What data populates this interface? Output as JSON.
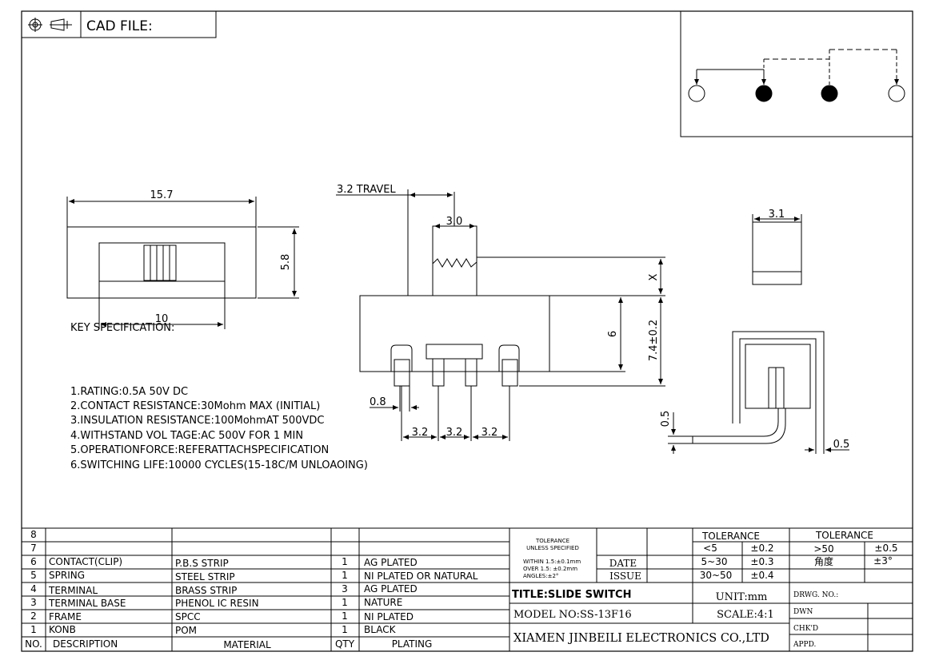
{
  "header": {
    "cad_file_label": "CAD FILE:",
    "projection_symbol": "third-angle-projection-icon"
  },
  "dimensions": {
    "body_width": "15.7",
    "body_height": "5.8",
    "actuator_span": "10",
    "travel": "3.2 TRAVEL",
    "knob_width": "3.0",
    "knob_height": "X",
    "height_6": "6",
    "total_height": "7.4±0.2",
    "pin_width": "0.8",
    "pitch_1": "3.2",
    "pitch_2": "3.2",
    "pitch_3": "3.2",
    "side_knob_width": "3.1",
    "side_thickness": "0.5",
    "side_pin": "0.5"
  },
  "key_specification": {
    "title": "KEY SPECIFICATION:",
    "items": [
      "1.RATING:0.5A 50V DC",
      "2.CONTACT RESISTANCE:30Mohm MAX (INITIAL)",
      "3.INSULATION RESISTANCE:100MohmAT 500VDC",
      "4.WITHSTAND VOL TAGE:AC 500V FOR 1 MIN",
      "5.OPERATIONFORCE:REFERATTACHSPECIFICATION",
      "6.SWITCHING LIFE:10000 CYCLES(15-18C/M UNLOAOING)"
    ]
  },
  "bom": {
    "headers": {
      "no": "NO.",
      "description": "DESCRIPTION",
      "material": "MATERIAL",
      "qty": "QTY",
      "plating": "PLATING"
    },
    "rows": [
      {
        "no": "8",
        "description": "",
        "material": "",
        "qty": "",
        "plating": ""
      },
      {
        "no": "7",
        "description": "",
        "material": "",
        "qty": "",
        "plating": ""
      },
      {
        "no": "6",
        "description": "CONTACT(CLIP)",
        "material": "P.B.S STRIP",
        "qty": "1",
        "plating": "AG PLATED"
      },
      {
        "no": "5",
        "description": "SPRING",
        "material": "STEEL STRIP",
        "qty": "1",
        "plating": "NI PLATED OR NATURAL"
      },
      {
        "no": "4",
        "description": "TERMINAL",
        "material": "BRASS STRIP",
        "qty": "3",
        "plating": "AG PLATED"
      },
      {
        "no": "3",
        "description": "TERMINAL BASE",
        "material": "PHENOL IC RESIN",
        "qty": "1",
        "plating": "NATURE"
      },
      {
        "no": "2",
        "description": "FRAME",
        "material": "SPCC",
        "qty": "1",
        "plating": "NI PLATED"
      },
      {
        "no": "1",
        "description": "KONB",
        "material": "POM",
        "qty": "1",
        "plating": "BLACK"
      }
    ]
  },
  "title_block": {
    "tolerance_unless_1": "TOLERANCE",
    "tolerance_unless_2": "UNLESS SPECIFIED",
    "within": "WITHIN 1.5:±0.1mm",
    "over": "OVER 1.5: ±0.2mm",
    "angles": "ANGLES:±2°",
    "date_label": "DATE",
    "issue_label": "ISSUE",
    "tol1_header": "TOLERANCE",
    "tol1_r1_range": "<5",
    "tol1_r1_val": "±0.2",
    "tol1_r2_range": "5~30",
    "tol1_r2_val": "±0.3",
    "tol1_r3_range": "30~50",
    "tol1_r3_val": "±0.4",
    "tol2_header": "TOLERANCE",
    "tol2_r1_range": ">50",
    "tol2_r1_val": "±0.5",
    "tol2_r2_range": "角度",
    "tol2_r2_val": "±3°",
    "title": "TITLE:SLIDE SWITCH",
    "unit": "UNIT:mm",
    "model": "MODEL NO:SS-13F16",
    "scale": "SCALE:4:1",
    "company": "XIAMEN JINBEILI ELECTRONICS CO.,LTD",
    "drwg_no": "DRWG. NO.:",
    "dwn": "DWN",
    "chkd": "CHK'D",
    "appd": "APPD."
  }
}
